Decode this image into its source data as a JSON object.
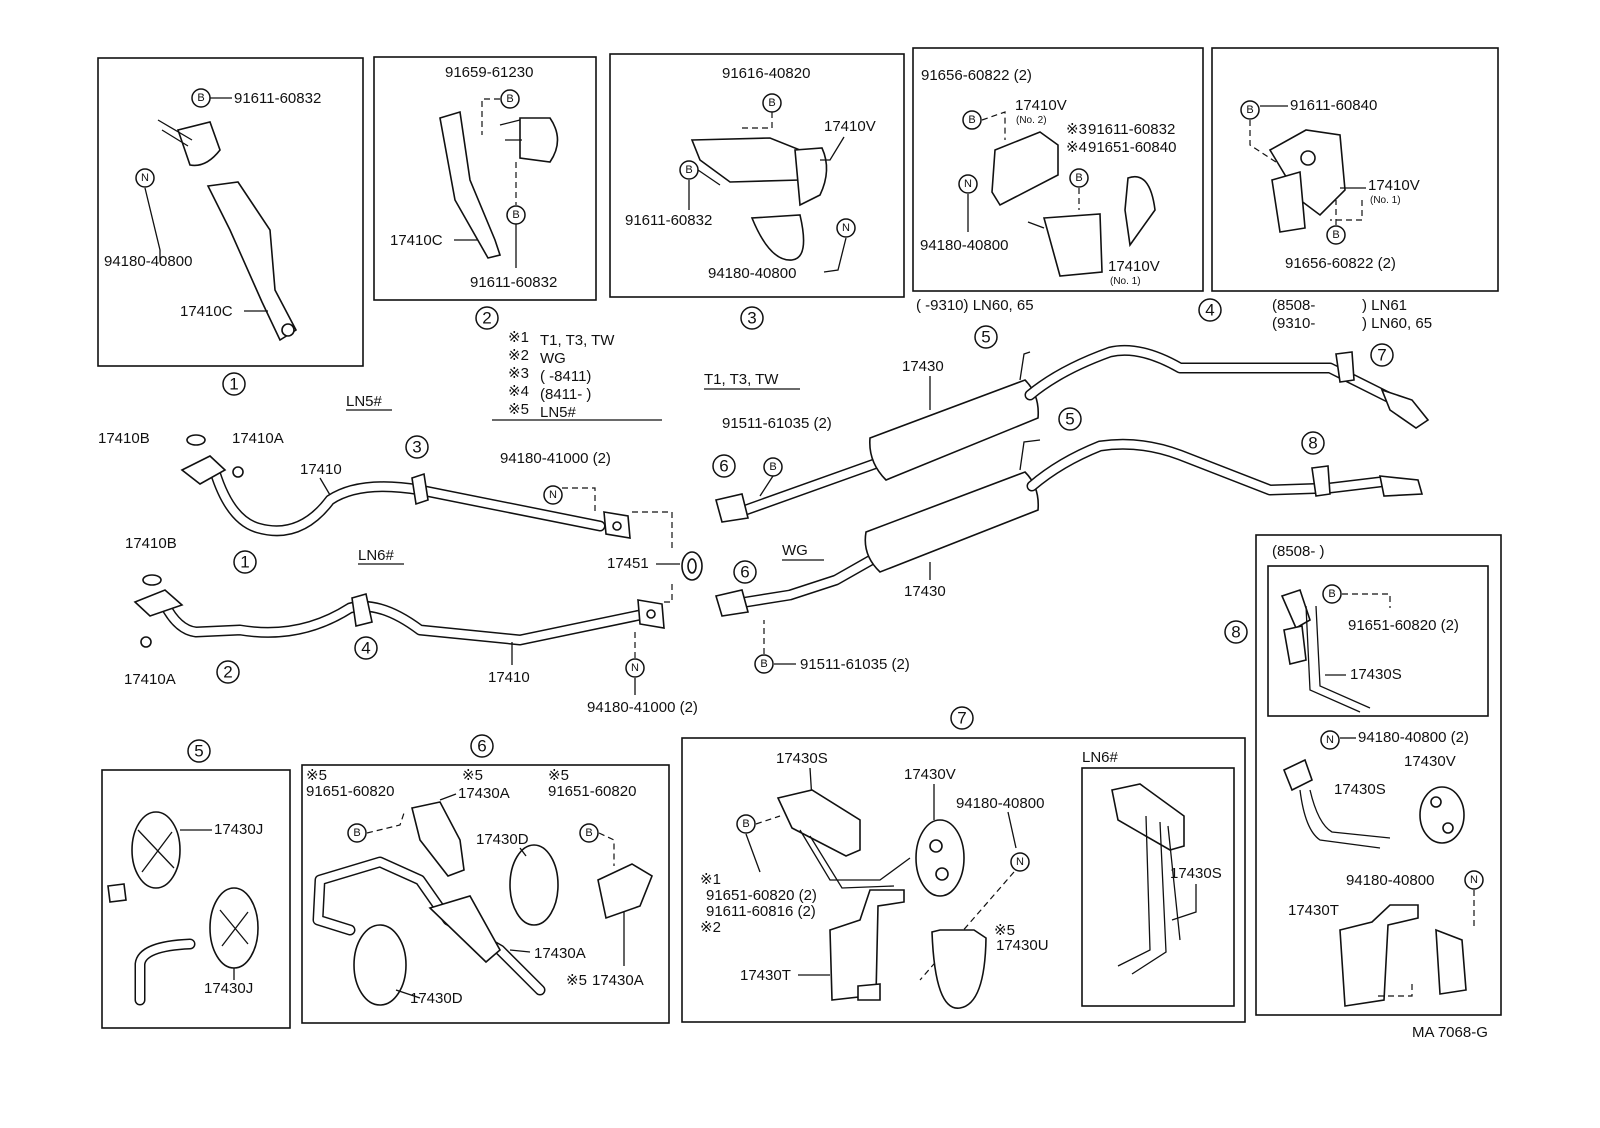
{
  "labels": {
    "p91611_60832": "91611-60832",
    "p94180_40800": "94180-40800",
    "p17410C": "17410C",
    "p91659_61230": "91659-61230",
    "p91616_40820": "91616-40820",
    "p17410V": "17410V",
    "p91656_60822_2": "91656-60822 (2)",
    "no2": "(No. 2)",
    "no1": "(No. 1)",
    "p91651_60840": "91651-60840",
    "p91611_60840": "91611-60840",
    "p17410B": "17410B",
    "p17410A": "17410A",
    "p17410": "17410",
    "p94180_41000_2": "94180-41000 (2)",
    "p17451": "17451",
    "p91511_61035_2": "91511-61035 (2)",
    "p17430": "17430",
    "p17430J": "17430J",
    "p17430A": "17430A",
    "p17430D": "17430D",
    "p91651_60820": "91651-60820",
    "p17430S": "17430S",
    "p17430V": "17430V",
    "p91651_60820_2": "91651-60820 (2)",
    "p91611_60816_2": "91611-60816 (2)",
    "p17430T": "17430T",
    "p17430U": "17430U",
    "p94180_40800_2": "94180-40800 (2)",
    "m5": "※5",
    "m3": "※3",
    "m4": "※4",
    "m1": "※1",
    "m2": "※2",
    "letterB": "B",
    "letterN": "N"
  },
  "notes": {
    "box4_range": "(      -9310) LN60, 65",
    "r8508": "(8508-",
    "r8508_close": ") LN61",
    "r9310": "(9310-",
    "r9310_close": ") LN60, 65",
    "box8_range": "(8508-          )",
    "ln5": "LN5#",
    "ln6": "LN6#",
    "t1t3tw": "T1, T3, TW",
    "wg": "WG",
    "drawing_code": "MA 7068-G"
  },
  "legend": [
    {
      "mark": "※1",
      "text": "T1, T3, TW"
    },
    {
      "mark": "※2",
      "text": "WG"
    },
    {
      "mark": "※3",
      "text": "(         -8411)"
    },
    {
      "mark": "※4",
      "text": "(8411-          )"
    },
    {
      "mark": "※5",
      "text": "LN5#"
    }
  ],
  "refs": [
    "①",
    "②",
    "③",
    "④",
    "⑤",
    "⑥",
    "⑦",
    "⑧"
  ]
}
